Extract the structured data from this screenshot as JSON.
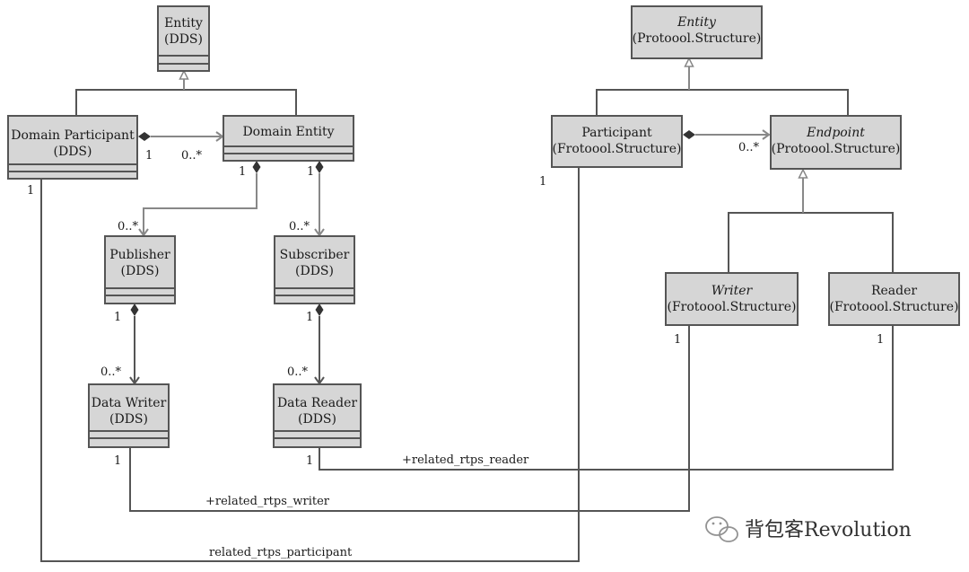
{
  "classes": {
    "entity_dds": {
      "name": "Entity",
      "stereo": "(DDS)"
    },
    "domain_participant": {
      "name": "Domain Participant",
      "stereo": "(DDS)"
    },
    "domain_entity": {
      "name": "Domain Entity"
    },
    "publisher": {
      "name": "Publisher",
      "stereo": "(DDS)"
    },
    "subscriber": {
      "name": "Subscriber",
      "stereo": "(DDS)"
    },
    "data_writer": {
      "name": "Data Writer",
      "stereo": "(DDS)"
    },
    "data_reader": {
      "name": "Data Reader",
      "stereo": "(DDS)"
    },
    "entity_rtps": {
      "name": "Entity",
      "stereo": "(Protoool.Structure)"
    },
    "participant": {
      "name": "Participant",
      "stereo": "(Frotoool.Structure)"
    },
    "endpoint": {
      "name": "Endpoint",
      "stereo": "(Protoool.Structure)"
    },
    "writer": {
      "name": "Writer",
      "stereo": "(Frotoool.Structure)"
    },
    "reader": {
      "name": "Reader",
      "stereo": "(Frotoool.Structure)"
    }
  },
  "multiplicities": {
    "dp_de_source": "1",
    "dp_de_target": "0..*",
    "de_pub_source": "1",
    "de_pub_target": "0..*",
    "de_sub_source": "1",
    "de_sub_target": "0..*",
    "pub_dw_source": "1",
    "pub_dw_target": "0..*",
    "sub_dr_source": "1",
    "sub_dr_target": "0..*",
    "part_ep_target": "0..*",
    "dp_rtps": "1",
    "part_rtps": "1",
    "writer_rtps": "1",
    "reader_rtps": "1",
    "dw_rtps": "1",
    "dr_rtps": "1"
  },
  "roles": {
    "related_reader": "+related_rtps_reader",
    "related_writer": "+related_rtps_writer",
    "related_participant": "related_rtps_participant"
  },
  "watermark": {
    "text": "背包客Revolution"
  }
}
